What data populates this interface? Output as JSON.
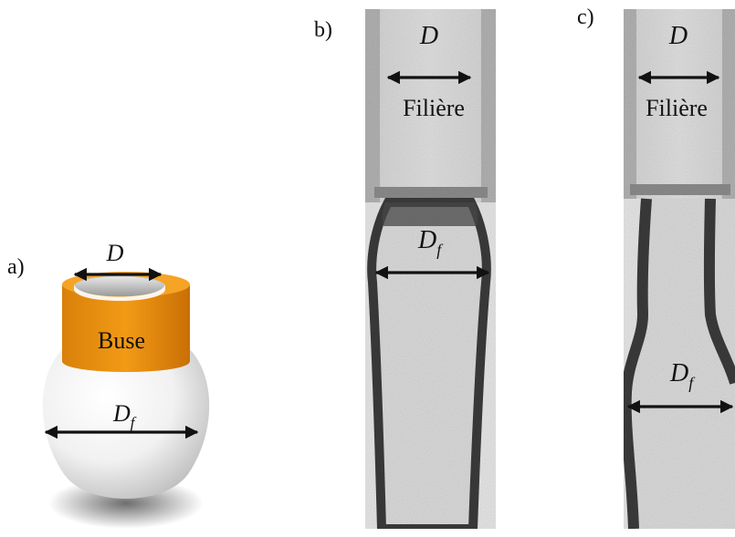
{
  "panels": {
    "a": {
      "panel_label": "a)",
      "nozzle_label": "Buse",
      "top_diameter": "D",
      "swell_diameter_base": "D",
      "swell_diameter_sub": "f"
    },
    "b": {
      "panel_label": "b)",
      "top_diameter": "D",
      "die_label": "Filière",
      "swell_diameter_base": "D",
      "swell_diameter_sub": "f"
    },
    "c": {
      "panel_label": "c)",
      "top_diameter": "D",
      "die_label": "Filière",
      "swell_diameter_base": "D",
      "swell_diameter_sub": "f"
    }
  },
  "colors": {
    "nozzle": "#e8900f",
    "nozzle_dark": "#c06c05",
    "arrow": "#111111",
    "photo_background": "#dcdcdc",
    "fluid_edge": "#3a3a3a"
  }
}
